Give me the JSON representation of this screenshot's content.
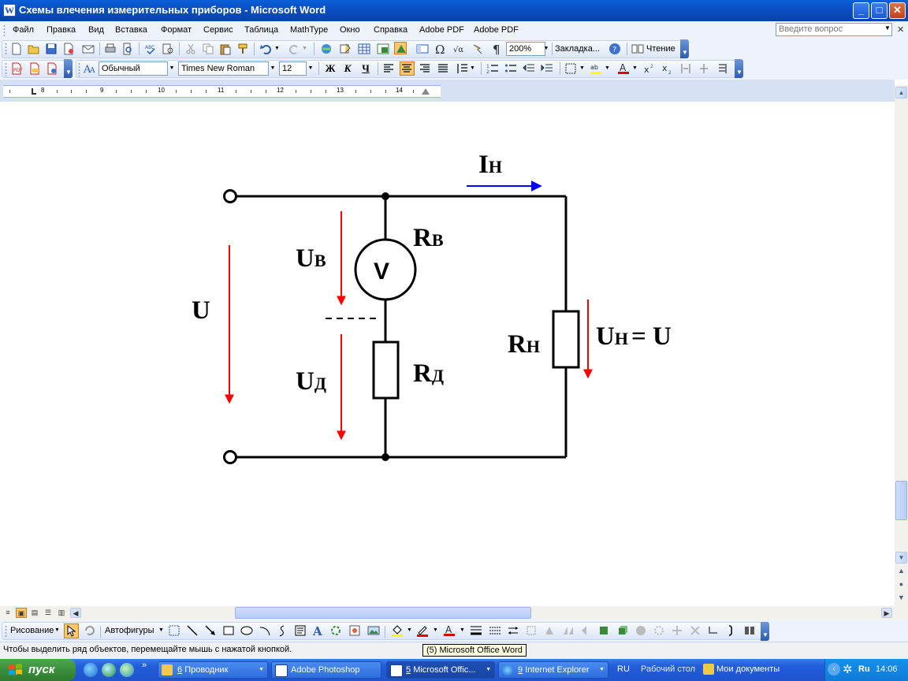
{
  "window": {
    "title": "Схемы влечения измерительных приборов - Microsoft Word",
    "icon_letter": "W",
    "minimize": "_",
    "maximize": "□",
    "close": "✕"
  },
  "menu": {
    "items": [
      "Файл",
      "Правка",
      "Вид",
      "Вставка",
      "Формат",
      "Сервис",
      "Таблица",
      "MathType",
      "Окно",
      "Справка",
      "Adobe PDF",
      "Adobe PDF"
    ],
    "ask_placeholder": "Введите вопрос"
  },
  "standard_toolbar": {
    "zoom": "200%",
    "bookmark_label": "Закладка...",
    "reading_label": "Чтение"
  },
  "formatting_toolbar": {
    "style": "Обычный",
    "font": "Times New Roman",
    "size": "12",
    "bold": "Ж",
    "italic": "К",
    "underline": "Ч"
  },
  "ruler": {
    "numbers": [
      "8",
      "9",
      "10",
      "11",
      "12",
      "13",
      "14"
    ]
  },
  "circuit": {
    "labels": {
      "i_load_main": "I",
      "i_load_sub": "Н",
      "u_voltmeter_main": "U",
      "u_voltmeter_sub": "В",
      "u_total": "U",
      "r_voltmeter_main": "R",
      "r_voltmeter_sub": "В",
      "voltmeter_symbol": "V",
      "u_divider_main": "U",
      "u_divider_sub": "Д",
      "r_divider_main": "R",
      "r_divider_sub": "Д",
      "r_load_main": "R",
      "r_load_sub": "Н",
      "u_load_main": "U",
      "u_load_sub": "Н",
      "u_load_eq": "= U"
    },
    "colors": {
      "wire": "#000000",
      "voltage_arrow": "#ff0000",
      "current_arrow": "#0000ff"
    }
  },
  "drawing_toolbar": {
    "draw_label": "Рисование",
    "autoshapes_label": "Автофигуры"
  },
  "status": {
    "hint": "Чтобы выделить ряд объектов, перемещайте мышь с нажатой кнопкой.",
    "tooltip": "(5) Microsoft Office Word"
  },
  "taskbar": {
    "start": "пуск",
    "tasks": [
      {
        "num": "6",
        "label": "Проводник"
      },
      {
        "num": "",
        "label": "Adobe Photoshop"
      },
      {
        "num": "5",
        "label": "Microsoft Offic..."
      },
      {
        "num": "9",
        "label": "Internet Explorer"
      }
    ],
    "lang": "RU",
    "desktop_label": "Рабочий стол",
    "my_docs": "Мои документы",
    "tray_lang": "Ru",
    "clock": "14:06"
  }
}
